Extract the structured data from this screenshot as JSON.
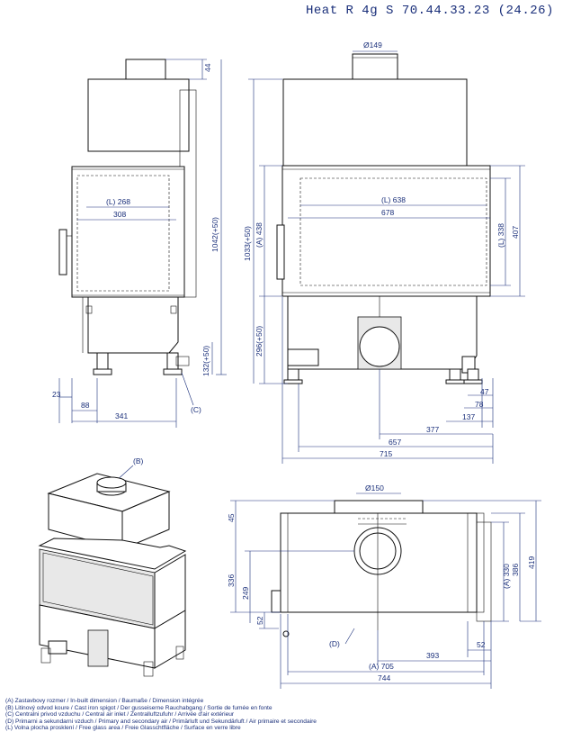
{
  "title": "Heat R 4g S 70.44.33.23 (24.26)",
  "side_view": {
    "dim_flue_top": "44",
    "dim_glass_l": "(L) 268",
    "dim_glass_w": "308",
    "dim_height_total": "1042(+50)",
    "dim_air_inlet": "132(+50)",
    "dim_left_offset": "23",
    "dim_foot": "88",
    "dim_depth": "341",
    "label_c": "(C)"
  },
  "front_view": {
    "dim_flue": "Ø149",
    "dim_glass_l": "(L) 638",
    "dim_width_inner": "678",
    "dim_glass_h": "(L) 338",
    "dim_door_h": "407",
    "dim_height": "1033(+50)",
    "dim_a_height": "(A) 438",
    "dim_base": "296(+50)",
    "dim_47": "47",
    "dim_78": "78",
    "dim_137": "137",
    "dim_377": "377",
    "dim_657": "657",
    "dim_715": "715"
  },
  "iso_view": {
    "label_b": "(B)"
  },
  "top_view": {
    "dim_flue": "Ø150",
    "dim_45": "45",
    "dim_336": "336",
    "dim_249": "249",
    "dim_52_left": "52",
    "dim_a330": "(A) 330",
    "dim_386": "386",
    "dim_419": "419",
    "label_d": "(D)",
    "dim_52_right": "52",
    "dim_393": "393",
    "dim_a705": "(A) 705",
    "dim_744": "744"
  },
  "legend": [
    "(A) Zastavbovy rozmer / In-built dimension / Baumaße / Dimension intégrée",
    "(B) Litinový odvod koure / Cast iron spigot / Der gusseiserne Rauchabgang / Sortie de fumée en fonte",
    "(C) Centralni privod vzduchu / Central air inlet / Zentralluftzufuhr / Arrivée d'air extérieur",
    "(D) Primarni a sekundarni vzduch / Primary and secondary air / Primärluft und Sekundärluft / Air primaire et secondaire",
    "(L) Volna plocha prosklení / Free glass area / Freie Glasschtfläche / Surface en verre libre"
  ]
}
